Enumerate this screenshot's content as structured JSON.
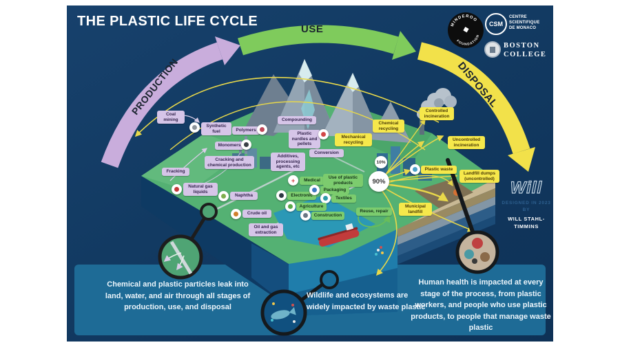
{
  "header": {
    "title": "THE PLASTIC LIFE CYCLE"
  },
  "phases": {
    "production": "PRODUCTION",
    "use": "USE",
    "disposal": "DISPOSAL"
  },
  "logos": {
    "minderoo_top": "MINDEROO",
    "minderoo_bottom": "FOUNDATION",
    "csm_abbr": "CSM",
    "csm_l1": "CENTRE",
    "csm_l2": "SCIENTIFIQUE",
    "csm_l3": "DE MONACO",
    "boston_l1": "BOSTON",
    "boston_l2": "COLLEGE"
  },
  "nodes": {
    "coal": {
      "label": "Coal mining"
    },
    "synthetic_fuel": {
      "label": "Synthetic fuel"
    },
    "polymers": {
      "label": "Polymers"
    },
    "monomers": {
      "label": "Monomers"
    },
    "cracking": {
      "label": "Cracking and chemical production"
    },
    "fracking": {
      "label": "Fracking"
    },
    "additives": {
      "label": "Additives, processing agents, etc"
    },
    "compounding": {
      "label": "Compounding"
    },
    "nurdles": {
      "label": "Plastic nurdles and pellets"
    },
    "conversion": {
      "label": "Conversion"
    },
    "oil_gas": {
      "label": "Oil and gas extraction"
    },
    "natural_gas": {
      "label": "Natural gas liquids"
    },
    "naphtha": {
      "label": "Naphtha"
    },
    "crude_oil": {
      "label": "Crude oil"
    },
    "medical": {
      "label": "Medical"
    },
    "use_products": {
      "label": "Use of plastic products"
    },
    "electronic": {
      "label": "Electronic"
    },
    "packaging": {
      "label": "Packaging"
    },
    "textiles": {
      "label": "Textiles"
    },
    "agriculture": {
      "label": "Agriculture"
    },
    "construction": {
      "label": "Construction"
    },
    "reuse": {
      "label": "Reuse, repair"
    },
    "chemical_recycling": {
      "label": "Chemical recycling"
    },
    "mechanical_recycling": {
      "label": "Mechanical recycling"
    },
    "controlled_incineration": {
      "label": "Controlled incineration"
    },
    "uncontrolled_incineration": {
      "label": "Uncontrolled incineration"
    },
    "plastic_waste": {
      "label": "Plastic waste"
    },
    "landfill_dumps": {
      "label": "Landfill dumps (uncontrolled)"
    },
    "municipal_landfill": {
      "label": "Municipal landfill"
    },
    "p10": {
      "label": "10%"
    },
    "p90": {
      "label": "90%"
    }
  },
  "captions": {
    "leak": "Chemical and plastic particles leak into land, water, and air through all stages of production, use, and disposal",
    "wildlife": "Wildlife and ecosystems are widely impacted by waste plastic",
    "health": "Human health is impacted at every stage of the process, from plastic workers, and people who use plastic products, to people that manage waste plastic"
  },
  "credit": {
    "logo": "Will",
    "designed": "DESIGNED IN 2023 BY",
    "name": "WILL STAHL-TIMMINS"
  },
  "colors": {
    "background": "#123a62",
    "panel": "#1e6b96",
    "production": "#d6c5e8",
    "use": "#7ccc6e",
    "disposal": "#f6e84b"
  }
}
